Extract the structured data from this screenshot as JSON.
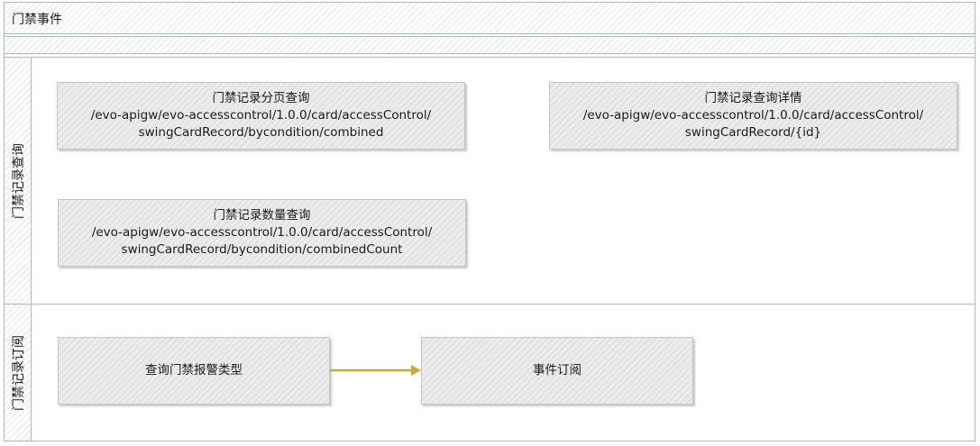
{
  "diagram": {
    "title": "门禁事件",
    "lanes": [
      {
        "label": "门禁记录查询"
      },
      {
        "label": "门禁记录订阅"
      }
    ],
    "boxes": {
      "paged_query": {
        "title": "门禁记录分页查询",
        "path_line1": "/evo-apigw/evo-accesscontrol/1.0.0/card/accessControl/",
        "path_line2": "swingCardRecord/bycondition/combined"
      },
      "detail_query": {
        "title": "门禁记录查询详情",
        "path_line1": "/evo-apigw/evo-accesscontrol/1.0.0/card/accessControl/",
        "path_line2": "swingCardRecord/{id}"
      },
      "count_query": {
        "title": "门禁记录数量查询",
        "path_line1": "/evo-apigw/evo-accesscontrol/1.0.0/card/accessControl/",
        "path_line2": "swingCardRecord/bycondition/combinedCount"
      },
      "alarm_type_query": {
        "title": "查询门禁报警类型"
      },
      "event_subscribe": {
        "title": "事件订阅"
      }
    },
    "colors": {
      "border": "#a9bcb6",
      "box_fill": "#e6e6e6",
      "arrow": "#c9a93a"
    }
  }
}
